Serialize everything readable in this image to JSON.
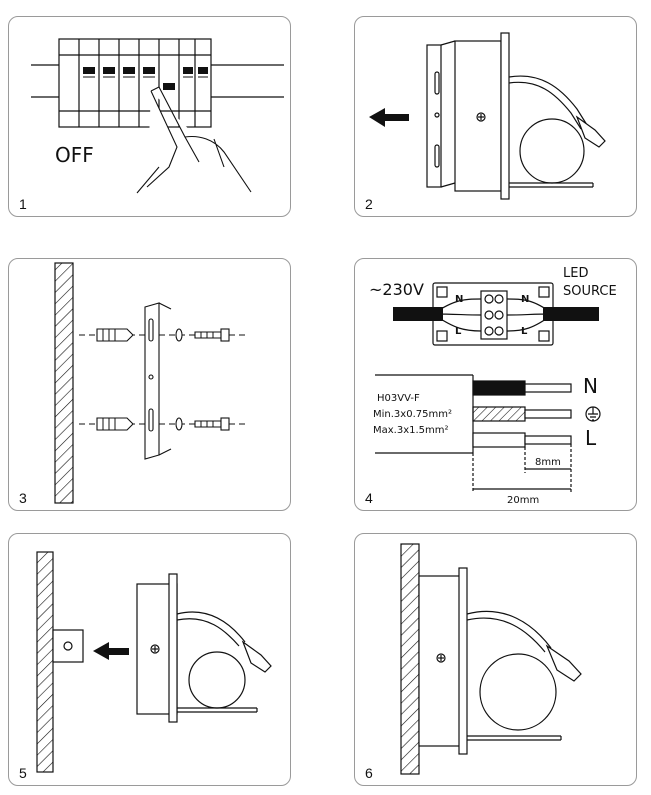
{
  "steps": [
    {
      "number": "1",
      "label": "OFF"
    },
    {
      "number": "2"
    },
    {
      "number": "3"
    },
    {
      "number": "4",
      "voltage": "~230V",
      "source_line1": "LED",
      "source_line2": "SOURCE",
      "terminal_n": "N",
      "terminal_l": "L",
      "cable_type": "H03VV-F",
      "cable_min": "Min.3x0.75mm²",
      "cable_max": "Max.3x1.5mm²",
      "wire_n": "N",
      "wire_l": "L",
      "strip_short": "8mm",
      "strip_long": "20mm"
    },
    {
      "number": "5"
    },
    {
      "number": "6"
    }
  ]
}
